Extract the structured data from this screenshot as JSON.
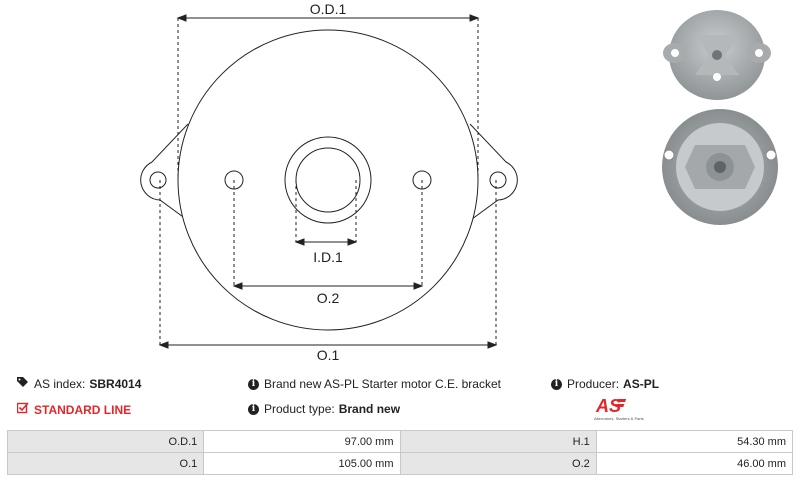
{
  "drawing": {
    "labels": {
      "od1": "O.D.1",
      "id1": "I.D.1",
      "o2": "O.2",
      "o1": "O.1"
    }
  },
  "info": {
    "as_index_label": "AS index:",
    "as_index_value": "SBR4014",
    "standard_line": "STANDARD LINE",
    "description": "Brand new AS-PL Starter motor C.E. bracket",
    "product_type_label": "Product type:",
    "product_type_value": "Brand new",
    "producer_label": "Producer:",
    "producer_value": "AS-PL"
  },
  "logo": {
    "text": "AS",
    "tagline": "Alternators, Starters & Parts"
  },
  "specs": {
    "rows": [
      {
        "label1": "O.D.1",
        "value1": "97.00 mm",
        "label2": "H.1",
        "value2": "54.30 mm"
      },
      {
        "label1": "O.1",
        "value1": "105.00 mm",
        "label2": "O.2",
        "value2": "46.00 mm"
      }
    ]
  },
  "colors": {
    "accent": "#e3262b",
    "table_label_bg": "#e6e6e6",
    "border": "#c9c9c9"
  }
}
